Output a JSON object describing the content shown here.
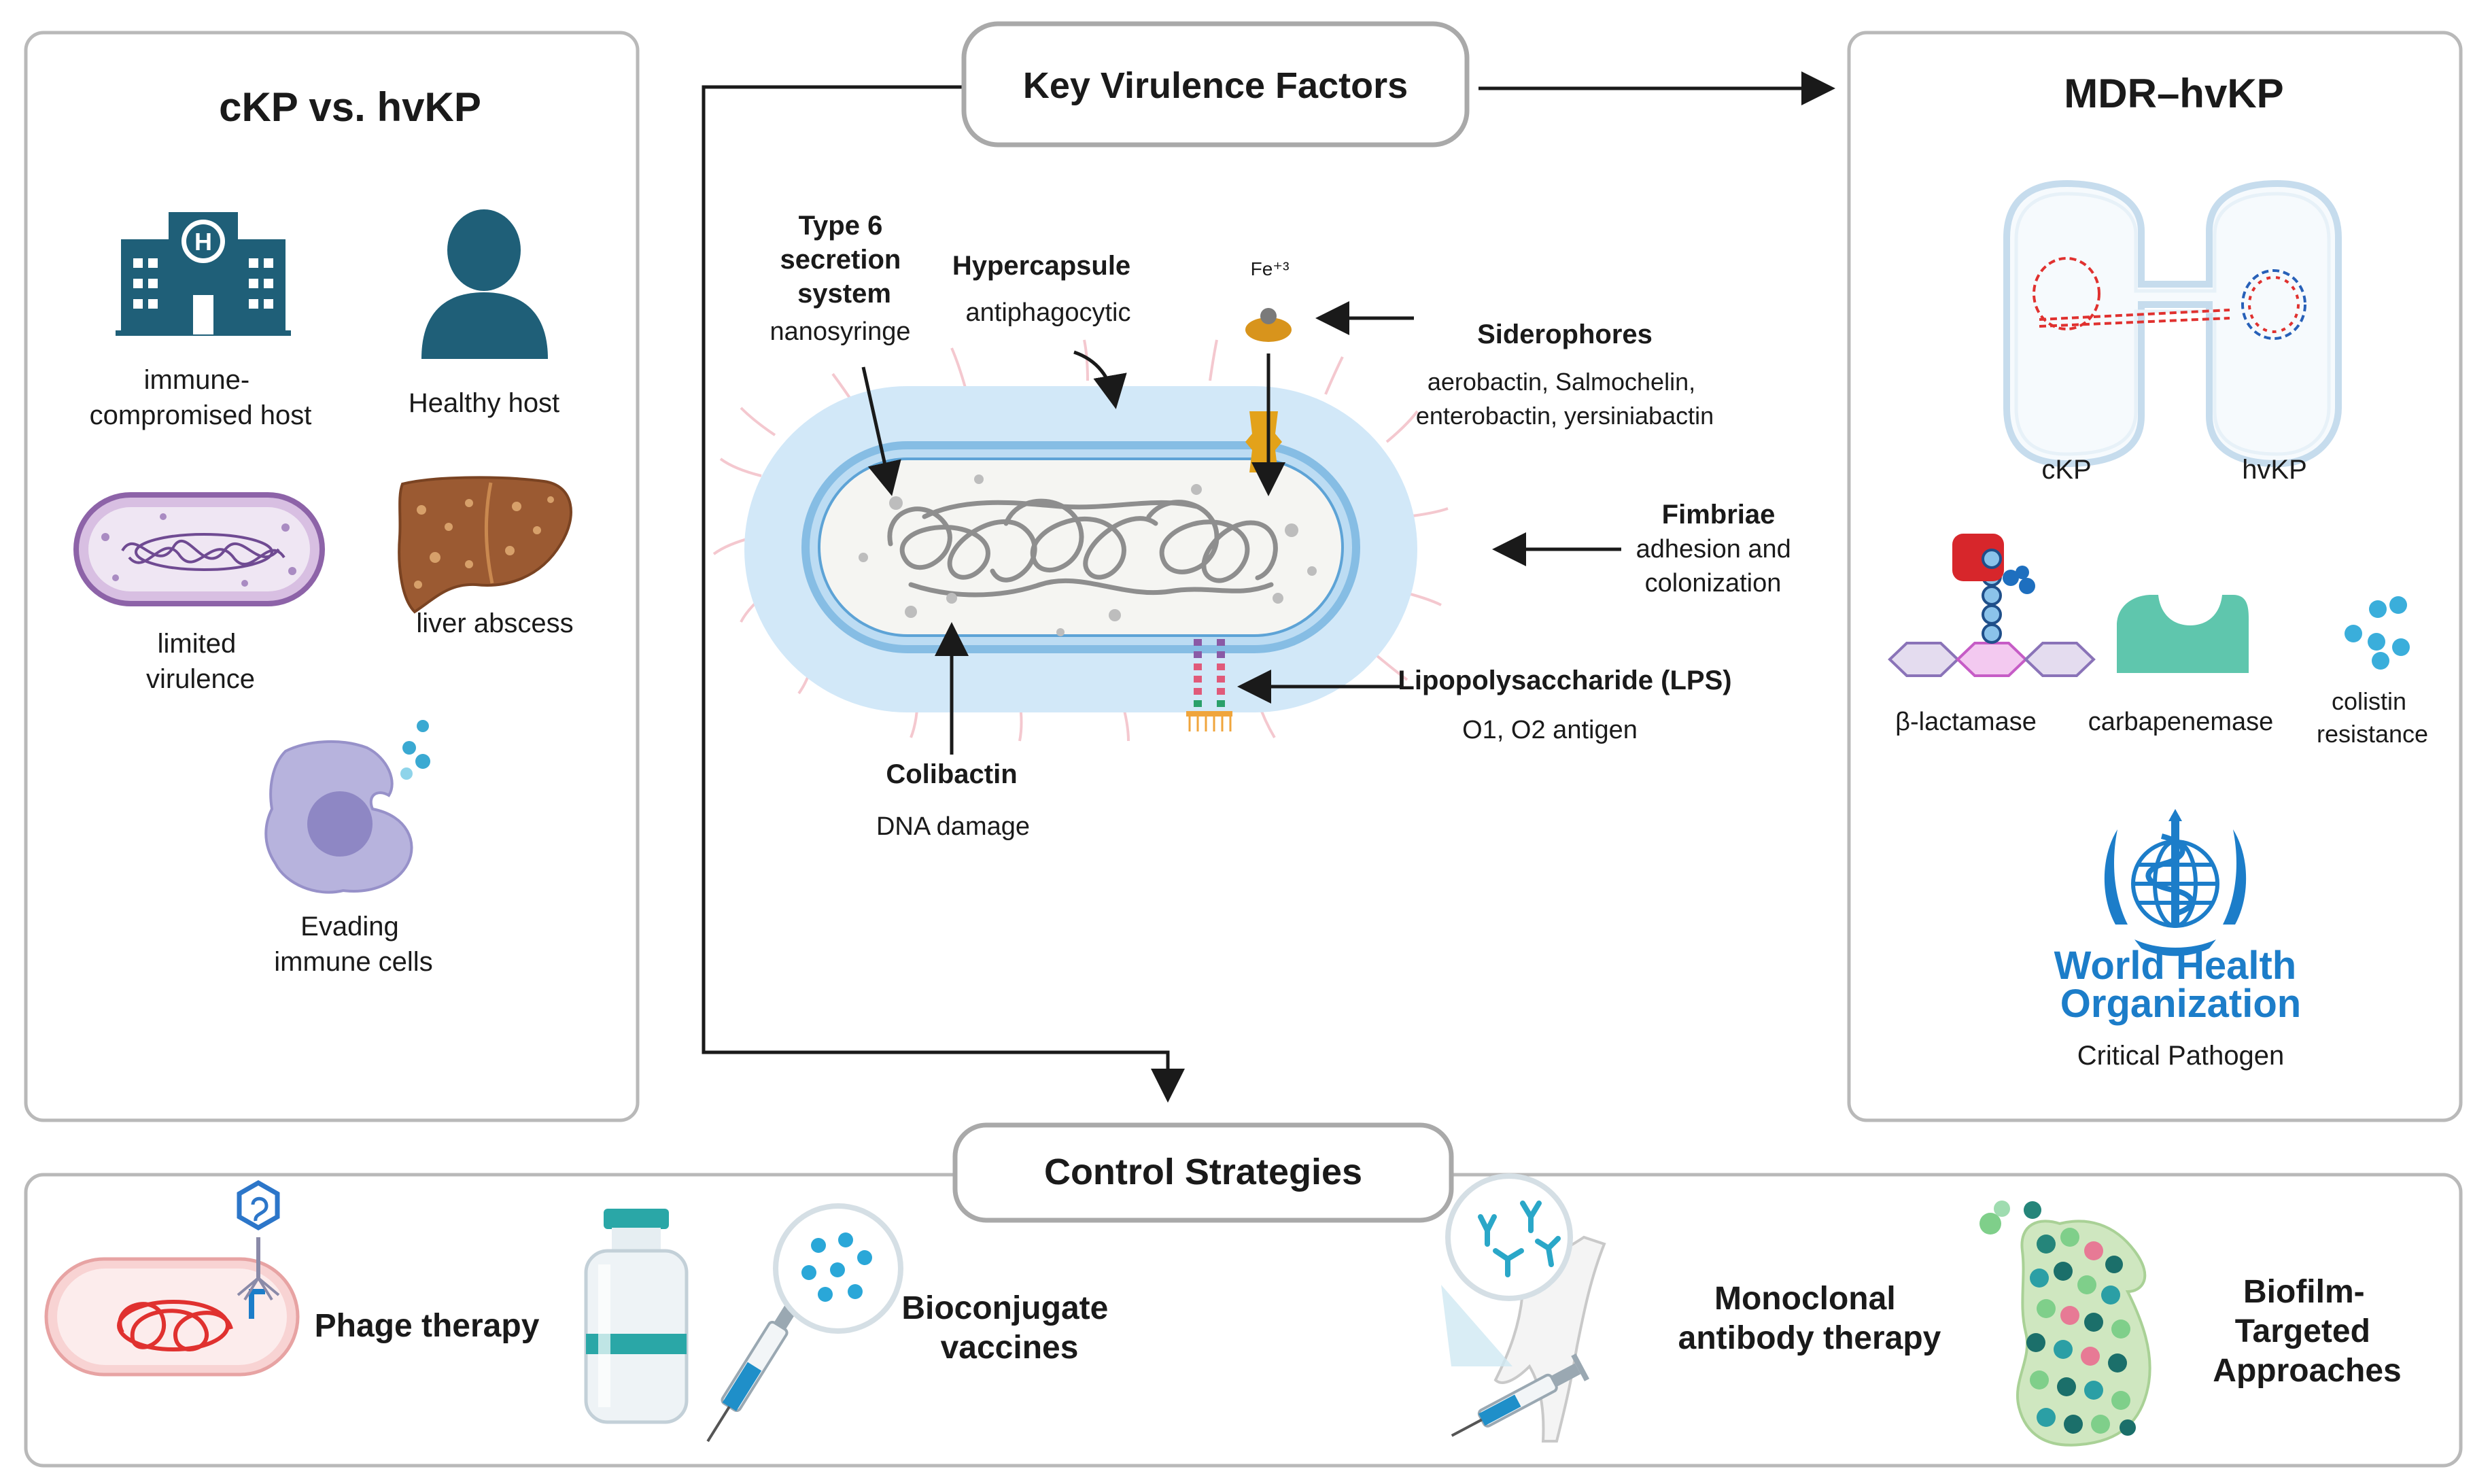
{
  "panels": {
    "left": {
      "title": "cKP vs. hvKP",
      "items": [
        {
          "label_lines": [
            "immune-",
            "compromised host"
          ],
          "icon": "hospital-icon"
        },
        {
          "label_lines": [
            "Healthy host"
          ],
          "icon": "person-icon"
        },
        {
          "label_lines": [
            "limited",
            "virulence"
          ],
          "icon": "bacterium-icon"
        },
        {
          "label_lines": [
            "liver abscess"
          ],
          "icon": "liver-icon"
        },
        {
          "label_lines": [
            "Evading",
            "immune cells"
          ],
          "icon": "immune-cell-icon"
        }
      ]
    },
    "center": {
      "title": "Key Virulence Factors",
      "factors": {
        "t6ss": {
          "title_lines": [
            "Type 6",
            "secretion",
            "system"
          ],
          "desc_lines": [
            "nanosyringe"
          ]
        },
        "hypercapsule": {
          "title_lines": [
            "Hypercapsule"
          ],
          "desc_lines": [
            "antiphagocytic"
          ]
        },
        "siderophores": {
          "title_lines": [
            "Siderophores"
          ],
          "desc_lines": [
            "aerobactin, Salmochelin,",
            "enterobactin, yersiniabactin"
          ]
        },
        "fimbriae": {
          "title_lines": [
            "Fimbriae"
          ],
          "desc_lines": [
            "adhesion and",
            "colonization"
          ]
        },
        "lps": {
          "title_lines": [
            "Lipopolysaccharide (LPS)"
          ],
          "desc_lines": [
            "O1, O2 antigen"
          ]
        },
        "colibactin": {
          "title_lines": [
            "Colibactin"
          ],
          "desc_lines": [
            "DNA damage"
          ]
        }
      },
      "iron_label": "Fe⁺³"
    },
    "right": {
      "title": "MDR–hvKP",
      "cells": [
        "cKP",
        "hvKP"
      ],
      "resistance": [
        {
          "label_lines": [
            "β-lactamase"
          ],
          "icon": "beta-lactamase-icon"
        },
        {
          "label_lines": [
            "carbapenemase"
          ],
          "icon": "carbapenemase-icon"
        },
        {
          "label_lines": [
            "colistin",
            "resistance"
          ],
          "icon": "colistin-icon"
        }
      ],
      "who_lines": [
        "World Health",
        "Organization"
      ],
      "who_caption": "Critical Pathogen"
    },
    "bottom": {
      "title": "Control Strategies",
      "strategies": [
        {
          "label_lines": [
            "Phage therapy"
          ],
          "icon": "phage-icon"
        },
        {
          "label_lines": [
            "Bioconjugate",
            "vaccines"
          ],
          "icon": "vaccine-icon"
        },
        {
          "label_lines": [
            "Monoclonal",
            "antibody therapy"
          ],
          "icon": "antibody-icon"
        },
        {
          "label_lines": [
            "Biofilm-",
            "Targeted",
            "Approaches"
          ],
          "icon": "biofilm-icon"
        }
      ]
    }
  },
  "colors": {
    "teal_dark": "#1f5f78",
    "capsule": "#cfe6f7",
    "membrane": "#7fb6de",
    "panel_border": "#b9b9b9",
    "who_blue": "#1c7dc9",
    "enzyme_green": "#5fc6ad",
    "dna_red": "#e0312f"
  }
}
